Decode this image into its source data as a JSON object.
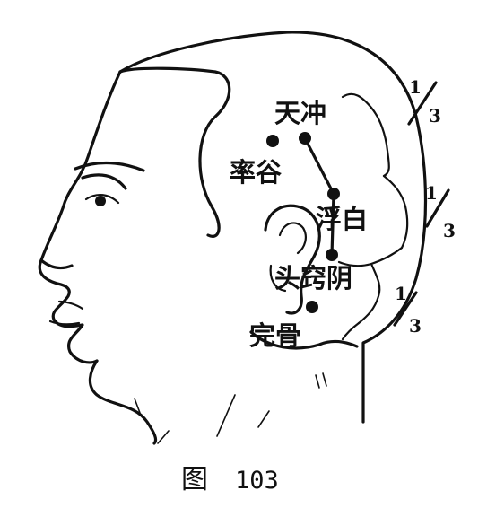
{
  "points": {
    "tianchong": "天冲",
    "shuaigu": "率谷",
    "fubai": "浮白",
    "touqiaoyin": "头窍阴",
    "wangu": "完骨"
  },
  "fractions": [
    {
      "num": "1",
      "den": "3"
    },
    {
      "num": "1",
      "den": "3"
    },
    {
      "num": "1",
      "den": "3"
    }
  ],
  "caption": {
    "prefix": "图",
    "number": "103"
  }
}
